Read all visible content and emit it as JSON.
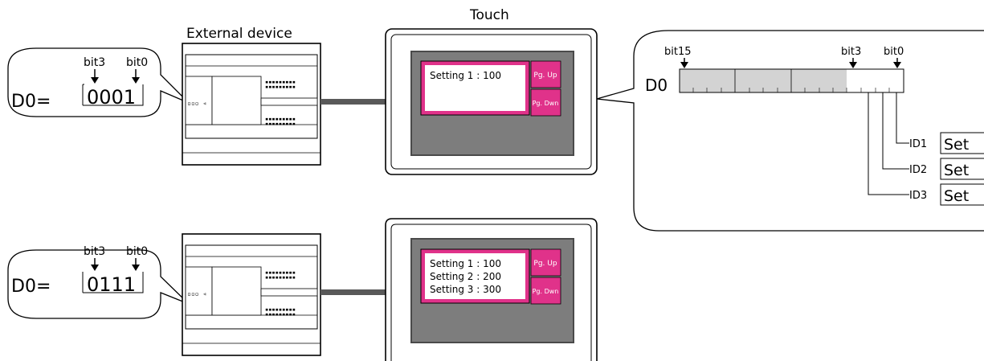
{
  "labels": {
    "external_device": "External device",
    "touch": "Touch"
  },
  "bubble_top": {
    "reg": "D0=",
    "bit_left": "bit3",
    "bit_right": "bit0",
    "value": "0001"
  },
  "bubble_bottom": {
    "reg": "D0=",
    "bit_left": "bit3",
    "bit_right": "bit0",
    "value": "0111"
  },
  "screen_top": {
    "lines": [
      "Setting 1 : 100",
      "",
      ""
    ],
    "btn_up": "Pg. Up",
    "btn_down": "Pg. Dwn"
  },
  "screen_bottom": {
    "lines": [
      "Setting 1 : 100",
      "Setting 2 : 200",
      "Setting 3 : 300"
    ],
    "btn_up": "Pg. Up",
    "btn_down": "Pg. Dwn"
  },
  "detail": {
    "reg": "D0",
    "bit15": "bit15",
    "bit3": "bit3",
    "bit0": "bit0",
    "ids": [
      {
        "id": "ID1",
        "text": "Set"
      },
      {
        "id": "ID2",
        "text": "Set"
      },
      {
        "id": "ID3",
        "text": "Set"
      }
    ]
  },
  "colors": {
    "magenta": "#e0328a",
    "screen_gray": "#7d7d7d",
    "screen_frame": "#5a5a5a",
    "register_gray": "#d3d3d3",
    "link": "#595959"
  }
}
